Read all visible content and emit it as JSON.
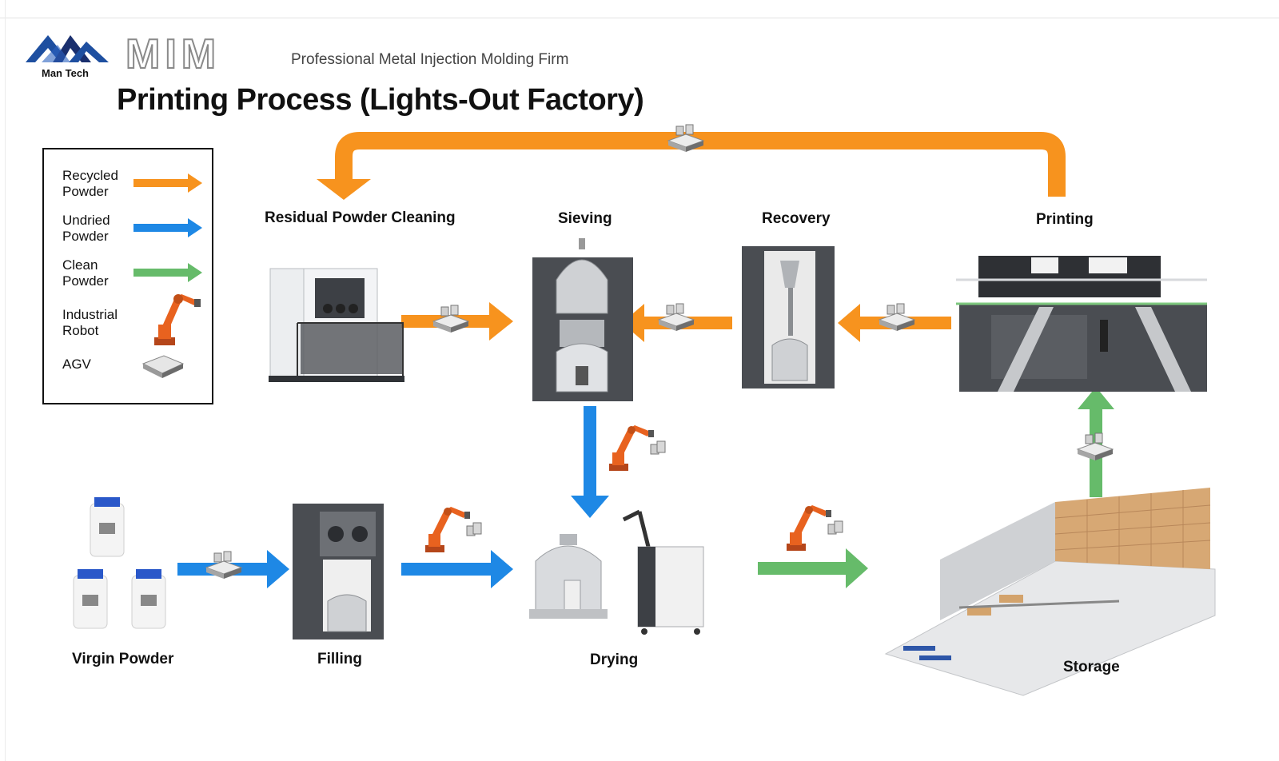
{
  "brand": {
    "logo_text": "Man Tech",
    "wordmark": "MIM",
    "tagline": "Professional Metal Injection Molding Firm"
  },
  "title": "Printing Process (Lights-Out Factory)",
  "legend": {
    "items": [
      {
        "label_line1": "Recycled",
        "label_line2": "Powder",
        "symbol": "arrow",
        "color": "#f7931e"
      },
      {
        "label_line1": "Undried",
        "label_line2": "Powder",
        "symbol": "arrow",
        "color": "#1e88e5"
      },
      {
        "label_line1": "Clean",
        "label_line2": "Powder",
        "symbol": "arrow",
        "color": "#66bb6a"
      },
      {
        "label_line1": "Industrial",
        "label_line2": "Robot",
        "symbol": "robot-icon"
      },
      {
        "label_line1": "AGV",
        "label_line2": "",
        "symbol": "agv-icon"
      }
    ]
  },
  "nodes": {
    "residual": "Residual Powder Cleaning",
    "sieving": "Sieving",
    "recovery": "Recovery",
    "printing": "Printing",
    "virgin": "Virgin Powder",
    "filling": "Filling",
    "drying": "Drying",
    "storage": "Storage"
  },
  "colors": {
    "recycled": "#f7931e",
    "undried": "#1e88e5",
    "clean": "#66bb6a",
    "robot": "#e8621f",
    "machine_dark": "#4a4d52",
    "machine_light": "#e9ebee"
  }
}
